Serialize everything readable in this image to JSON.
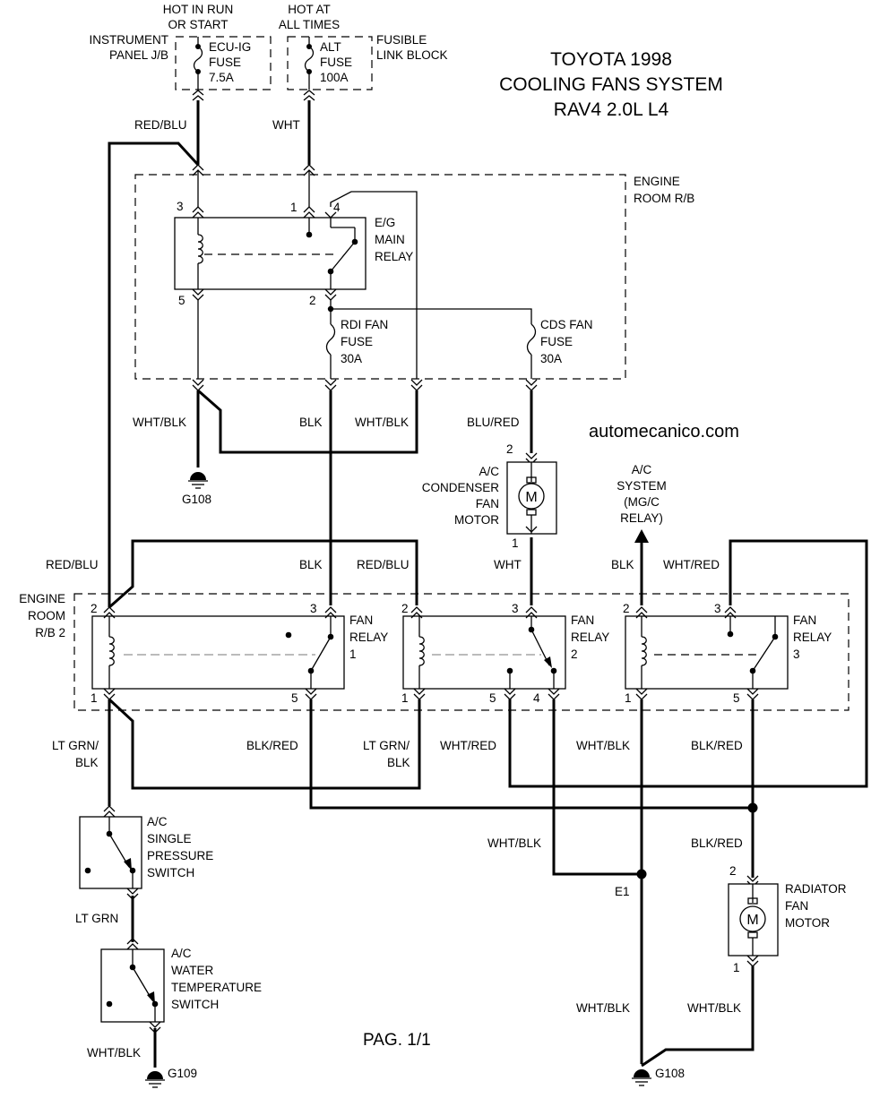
{
  "title": {
    "line1": "TOYOTA 1998",
    "line2": "COOLING FANS SYSTEM",
    "line3": "RAV4 2.0L L4"
  },
  "watermark": "automecanico.com",
  "page_label": "PAG. 1/1",
  "sources": {
    "hot_run_1": "HOT IN RUN",
    "hot_run_2": "OR START",
    "hot_all_1": "HOT AT",
    "hot_all_2": "ALL TIMES",
    "panel_1": "INSTRUMENT",
    "panel_2": "PANEL J/B",
    "link_1": "FUSIBLE",
    "link_2": "LINK BLOCK"
  },
  "fuses": {
    "ecu_1": "ECU-IG",
    "ecu_2": "FUSE",
    "ecu_3": "7.5A",
    "alt_1": "ALT",
    "alt_2": "FUSE",
    "alt_3": "100A",
    "rdi_1": "RDI FAN",
    "rdi_2": "FUSE",
    "rdi_3": "30A",
    "cds_1": "CDS FAN",
    "cds_2": "FUSE",
    "cds_3": "30A"
  },
  "blocks": {
    "engine_rb_1": "ENGINE",
    "engine_rb_2": "ROOM R/B",
    "engine_rb2_1": "ENGINE",
    "engine_rb2_2": "ROOM",
    "engine_rb2_3": "R/B 2"
  },
  "relays": {
    "main_1": "E/G",
    "main_2": "MAIN",
    "main_3": "RELAY",
    "fan1_1": "FAN",
    "fan1_2": "RELAY",
    "fan1_3": "1",
    "fan2_1": "FAN",
    "fan2_2": "RELAY",
    "fan2_3": "2",
    "fan3_1": "FAN",
    "fan3_2": "RELAY",
    "fan3_3": "3"
  },
  "components": {
    "cond_1": "A/C",
    "cond_2": "CONDENSER",
    "cond_3": "FAN",
    "cond_4": "MOTOR",
    "acsys_1": "A/C",
    "acsys_2": "SYSTEM",
    "acsys_3": "(MG/C",
    "acsys_4": "RELAY)",
    "press_1": "A/C",
    "press_2": "SINGLE",
    "press_3": "PRESSURE",
    "press_4": "SWITCH",
    "water_1": "A/C",
    "water_2": "WATER",
    "water_3": "TEMPERATURE",
    "water_4": "SWITCH",
    "rad_1": "RADIATOR",
    "rad_2": "FAN",
    "rad_3": "MOTOR",
    "motor_symbol": "M"
  },
  "wires": {
    "red_blu": "RED/BLU",
    "wht": "WHT",
    "wht_blk": "WHT/BLK",
    "blk": "BLK",
    "blu_red": "BLU/RED",
    "wht_red": "WHT/RED",
    "blk_red": "BLK/RED",
    "lt_grn_1": "LT GRN/",
    "lt_grn_2": "BLK",
    "lt_grn": "LT GRN"
  },
  "grounds": {
    "g108": "G108",
    "g109": "G109",
    "e1": "E1"
  },
  "pins": {
    "p1": "1",
    "p2": "2",
    "p3": "3",
    "p4": "4",
    "p5": "5"
  }
}
